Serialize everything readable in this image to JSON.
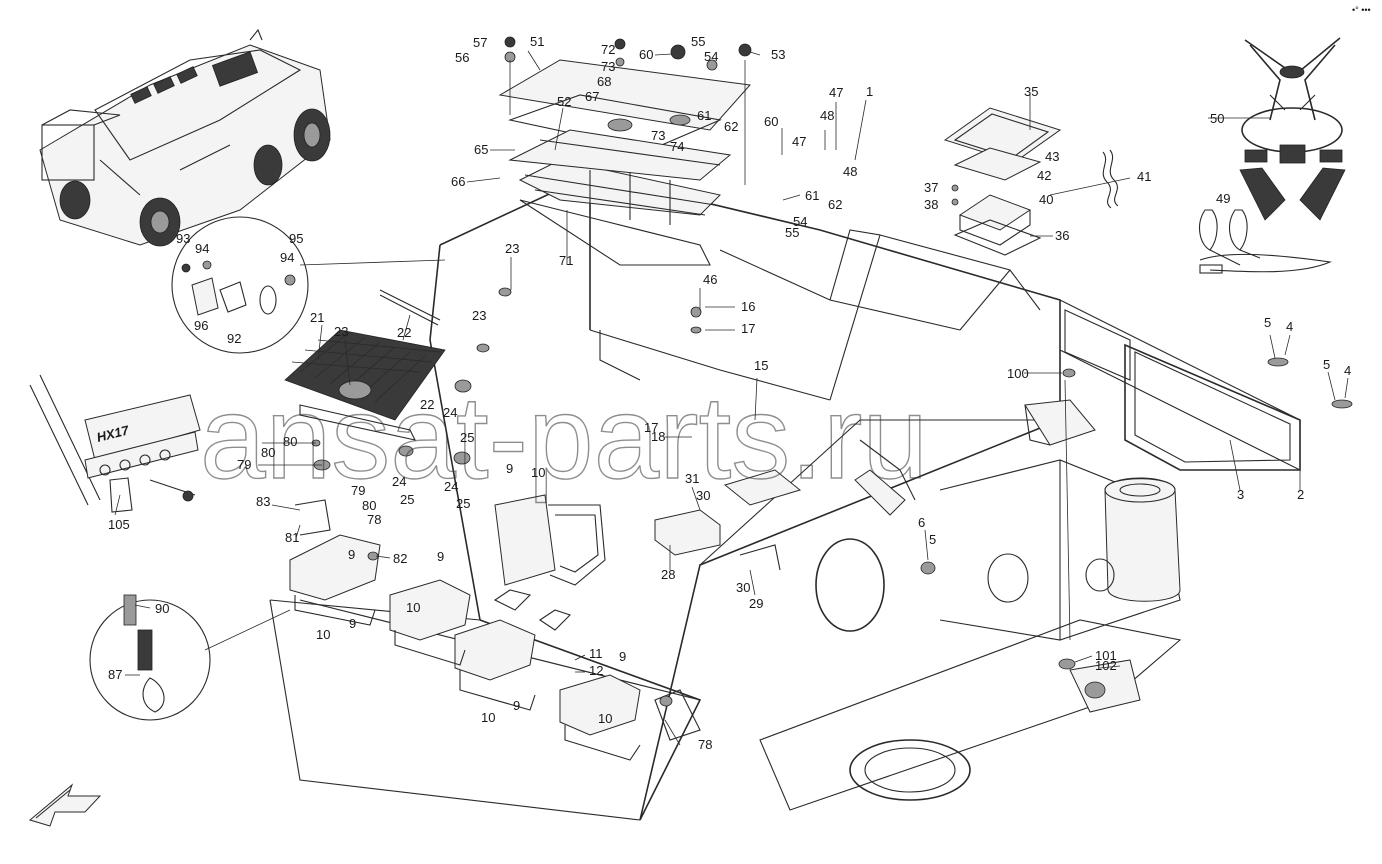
{
  "corner_mark": "•° •••",
  "watermark": "ansat-parts.ru",
  "plate_text": "HX17",
  "callouts": [
    {
      "id": "c-1",
      "label": "1"
    },
    {
      "id": "c-2",
      "label": "2"
    },
    {
      "id": "c-3",
      "label": "3"
    },
    {
      "id": "c-4a",
      "label": "4"
    },
    {
      "id": "c-4b",
      "label": "4"
    },
    {
      "id": "c-5a",
      "label": "5"
    },
    {
      "id": "c-5b",
      "label": "5"
    },
    {
      "id": "c-5c",
      "label": "5"
    },
    {
      "id": "c-6",
      "label": "6"
    },
    {
      "id": "c-9a",
      "label": "9"
    },
    {
      "id": "c-9b",
      "label": "9"
    },
    {
      "id": "c-9c",
      "label": "9"
    },
    {
      "id": "c-9d",
      "label": "9"
    },
    {
      "id": "c-9e",
      "label": "9"
    },
    {
      "id": "c-9f",
      "label": "9"
    },
    {
      "id": "c-10a",
      "label": "10"
    },
    {
      "id": "c-10b",
      "label": "10"
    },
    {
      "id": "c-10c",
      "label": "10"
    },
    {
      "id": "c-10d",
      "label": "10"
    },
    {
      "id": "c-10e",
      "label": "10"
    },
    {
      "id": "c-11",
      "label": "11"
    },
    {
      "id": "c-12",
      "label": "12"
    },
    {
      "id": "c-15",
      "label": "15"
    },
    {
      "id": "c-16",
      "label": "16"
    },
    {
      "id": "c-17a",
      "label": "17"
    },
    {
      "id": "c-17b",
      "label": "17"
    },
    {
      "id": "c-18",
      "label": "18"
    },
    {
      "id": "c-21",
      "label": "21"
    },
    {
      "id": "c-22a",
      "label": "22"
    },
    {
      "id": "c-22b",
      "label": "22"
    },
    {
      "id": "c-23a",
      "label": "23"
    },
    {
      "id": "c-23b",
      "label": "23"
    },
    {
      "id": "c-23c",
      "label": "23"
    },
    {
      "id": "c-24a",
      "label": "24"
    },
    {
      "id": "c-24b",
      "label": "24"
    },
    {
      "id": "c-24c",
      "label": "24"
    },
    {
      "id": "c-25a",
      "label": "25"
    },
    {
      "id": "c-25b",
      "label": "25"
    },
    {
      "id": "c-25c",
      "label": "25"
    },
    {
      "id": "c-28",
      "label": "28"
    },
    {
      "id": "c-29",
      "label": "29"
    },
    {
      "id": "c-30a",
      "label": "30"
    },
    {
      "id": "c-30b",
      "label": "30"
    },
    {
      "id": "c-31",
      "label": "31"
    },
    {
      "id": "c-35",
      "label": "35"
    },
    {
      "id": "c-36",
      "label": "36"
    },
    {
      "id": "c-37",
      "label": "37"
    },
    {
      "id": "c-38",
      "label": "38"
    },
    {
      "id": "c-40",
      "label": "40"
    },
    {
      "id": "c-41",
      "label": "41"
    },
    {
      "id": "c-42",
      "label": "42"
    },
    {
      "id": "c-43",
      "label": "43"
    },
    {
      "id": "c-46",
      "label": "46"
    },
    {
      "id": "c-47a",
      "label": "47"
    },
    {
      "id": "c-47b",
      "label": "47"
    },
    {
      "id": "c-48a",
      "label": "48"
    },
    {
      "id": "c-48b",
      "label": "48"
    },
    {
      "id": "c-49",
      "label": "49"
    },
    {
      "id": "c-50",
      "label": "50"
    },
    {
      "id": "c-51",
      "label": "51"
    },
    {
      "id": "c-52",
      "label": "52"
    },
    {
      "id": "c-53",
      "label": "53"
    },
    {
      "id": "c-54a",
      "label": "54"
    },
    {
      "id": "c-54b",
      "label": "54"
    },
    {
      "id": "c-55a",
      "label": "55"
    },
    {
      "id": "c-55b",
      "label": "55"
    },
    {
      "id": "c-56",
      "label": "56"
    },
    {
      "id": "c-57",
      "label": "57"
    },
    {
      "id": "c-60a",
      "label": "60"
    },
    {
      "id": "c-60b",
      "label": "60"
    },
    {
      "id": "c-61a",
      "label": "61"
    },
    {
      "id": "c-61b",
      "label": "61"
    },
    {
      "id": "c-62a",
      "label": "62"
    },
    {
      "id": "c-62b",
      "label": "62"
    },
    {
      "id": "c-65",
      "label": "65"
    },
    {
      "id": "c-66",
      "label": "66"
    },
    {
      "id": "c-67",
      "label": "67"
    },
    {
      "id": "c-68",
      "label": "68"
    },
    {
      "id": "c-71",
      "label": "71"
    },
    {
      "id": "c-72",
      "label": "72"
    },
    {
      "id": "c-73a",
      "label": "73"
    },
    {
      "id": "c-73b",
      "label": "73"
    },
    {
      "id": "c-74",
      "label": "74"
    },
    {
      "id": "c-78a",
      "label": "78"
    },
    {
      "id": "c-78b",
      "label": "78"
    },
    {
      "id": "c-79a",
      "label": "79"
    },
    {
      "id": "c-79b",
      "label": "79"
    },
    {
      "id": "c-80a",
      "label": "80"
    },
    {
      "id": "c-80b",
      "label": "80"
    },
    {
      "id": "c-80c",
      "label": "80"
    },
    {
      "id": "c-81",
      "label": "81"
    },
    {
      "id": "c-82",
      "label": "82"
    },
    {
      "id": "c-83",
      "label": "83"
    },
    {
      "id": "c-87",
      "label": "87"
    },
    {
      "id": "c-90",
      "label": "90"
    },
    {
      "id": "c-92",
      "label": "92"
    },
    {
      "id": "c-93",
      "label": "93"
    },
    {
      "id": "c-94a",
      "label": "94"
    },
    {
      "id": "c-94b",
      "label": "94"
    },
    {
      "id": "c-95",
      "label": "95"
    },
    {
      "id": "c-96",
      "label": "96"
    },
    {
      "id": "c-100",
      "label": "100"
    },
    {
      "id": "c-101",
      "label": "101"
    },
    {
      "id": "c-102",
      "label": "102"
    },
    {
      "id": "c-105",
      "label": "105"
    }
  ]
}
